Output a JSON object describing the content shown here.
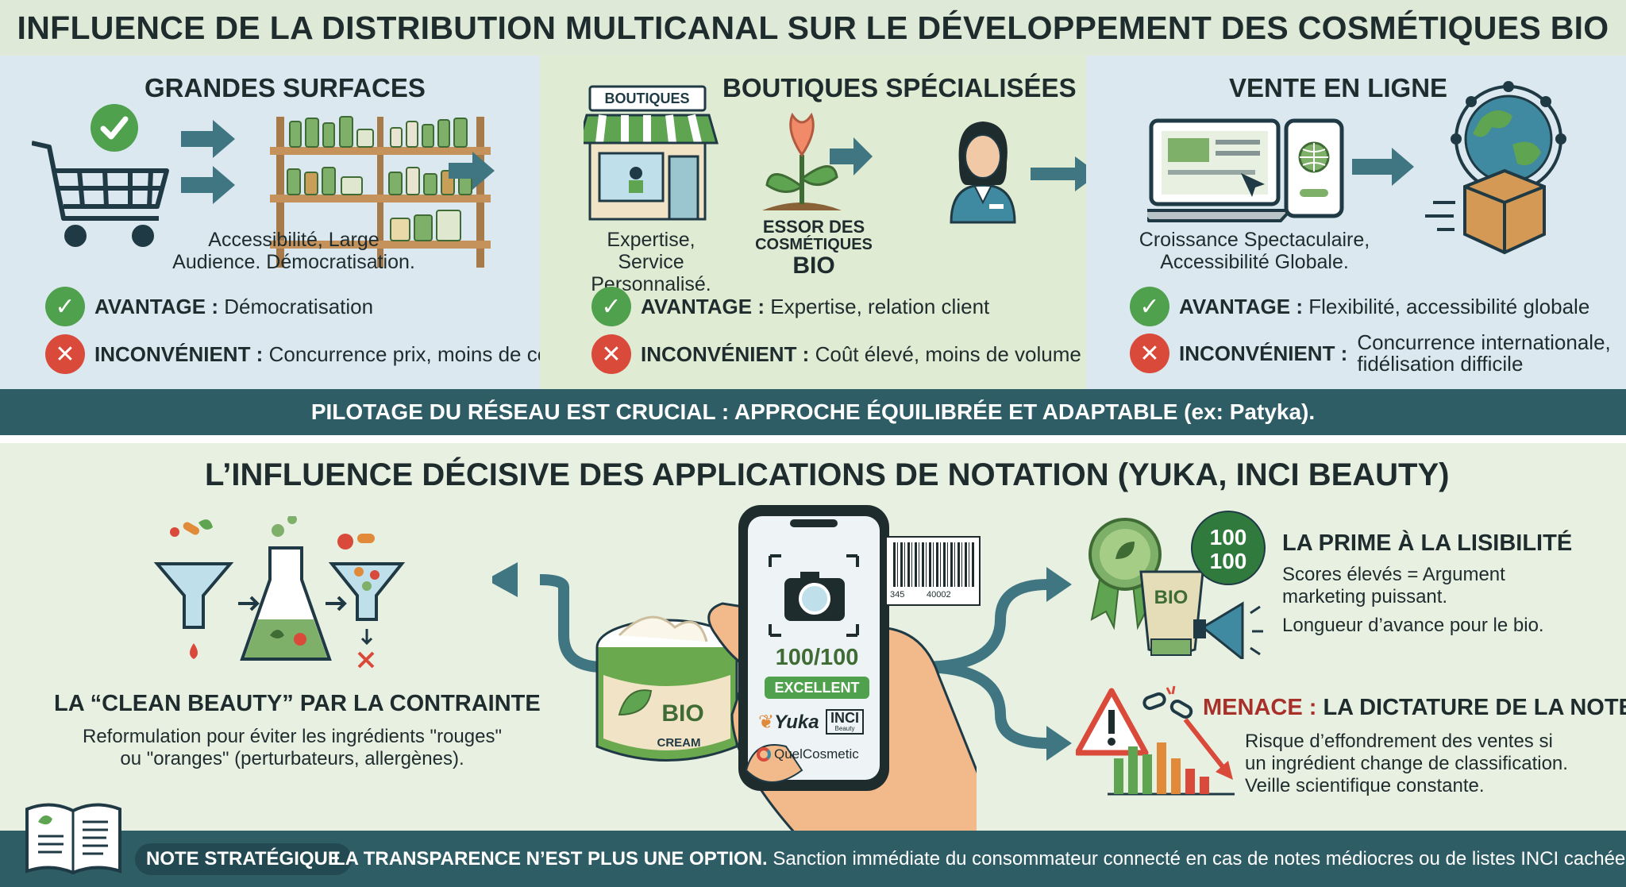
{
  "title": "INFLUENCE DE LA DISTRIBUTION MULTICANAL SUR LE DÉVELOPPEMENT DES COSMÉTIQUES BIO",
  "channels": [
    {
      "title": "GRANDES SURFACES",
      "caption_line1": "Accessibilité, Large",
      "caption_line2": "Audience. Démocratisation.",
      "pro_label": "AVANTAGE :",
      "pro_text": "Démocratisation",
      "con_label": "INCONVÉNIENT :",
      "con_text": "Concurrence prix, moins de conseil"
    },
    {
      "title": "BOUTIQUES SPÉCIALISÉES",
      "shop_sign": "BOUTIQUES",
      "caption_line1": "Expertise,",
      "caption_line2": "Service Personnalisé.",
      "essor_line1": "ESSOR DES",
      "essor_line2": "COSMÉTIQUES",
      "essor_line3": "BIO",
      "pro_label": "AVANTAGE :",
      "pro_text": "Expertise, relation client",
      "con_label": "INCONVÉNIENT :",
      "con_text": "Coût élevé, moins de volume"
    },
    {
      "title": "VENTE EN LIGNE",
      "caption_line1": "Croissance Spectaculaire,",
      "caption_line2": "Accessibilité Globale.",
      "pro_label": "AVANTAGE :",
      "pro_text": "Flexibilité, accessibilité globale",
      "con_label": "INCONVÉNIENT :",
      "con_text_line1": "Concurrence internationale,",
      "con_text_line2": "fidélisation difficile"
    }
  ],
  "pilot_bar": "PILOTAGE DU RÉSEAU EST CRUCIAL : APPROCHE ÉQUILIBRÉE ET ADAPTABLE (ex: Patyka).",
  "apps_title": "L’INFLUENCE DÉCISIVE DES APPLICATIONS DE NOTATION (YUKA, INCI BEAUTY)",
  "clean": {
    "title": "LA “CLEAN BEAUTY” PAR LA CONTRAINTE",
    "line1": "Reformulation pour éviter les ingrédients \"rouges\"",
    "line2": "ou \"oranges\" (perturbateurs, allergènes)."
  },
  "phone": {
    "score": "100/100",
    "rating": "EXCELLENT",
    "app1": "Yuka",
    "app2": "INCI",
    "app2_sub": "Beauty",
    "app3": "QuelCosmetic",
    "barcode_left": "345",
    "barcode_right": "40002"
  },
  "jar": {
    "label": "BIO",
    "sub": "CREAM"
  },
  "prime": {
    "badge_top": "100",
    "badge_bottom": "100",
    "tube_label": "BIO",
    "title": "LA PRIME À LA LISIBILITÉ",
    "line1": "Scores élevés = Argument",
    "line2": "marketing puissant.",
    "line3": "Longueur d’avance pour le bio."
  },
  "menace": {
    "label": "MENACE :",
    "title": "LA DICTATURE DE LA NOTE",
    "line1": "Risque d’effondrement des ventes si",
    "line2": "un ingrédient change de classification.",
    "line3": "Veille scientifique constante."
  },
  "note": {
    "tag": "NOTE STRATÉGIQUE",
    "bold": "LA TRANSPARENCE N’EST PLUS UNE OPTION.",
    "text": "Sanction immédiate du consommateur connecté en cas de notes médiocres ou de listes INCI cachées."
  },
  "colors": {
    "dark_teal": "#2f5d66",
    "green": "#4fa14d",
    "red": "#d94a3a",
    "panel_blue": "#dbe8f0",
    "panel_green": "#e0ebd3"
  }
}
